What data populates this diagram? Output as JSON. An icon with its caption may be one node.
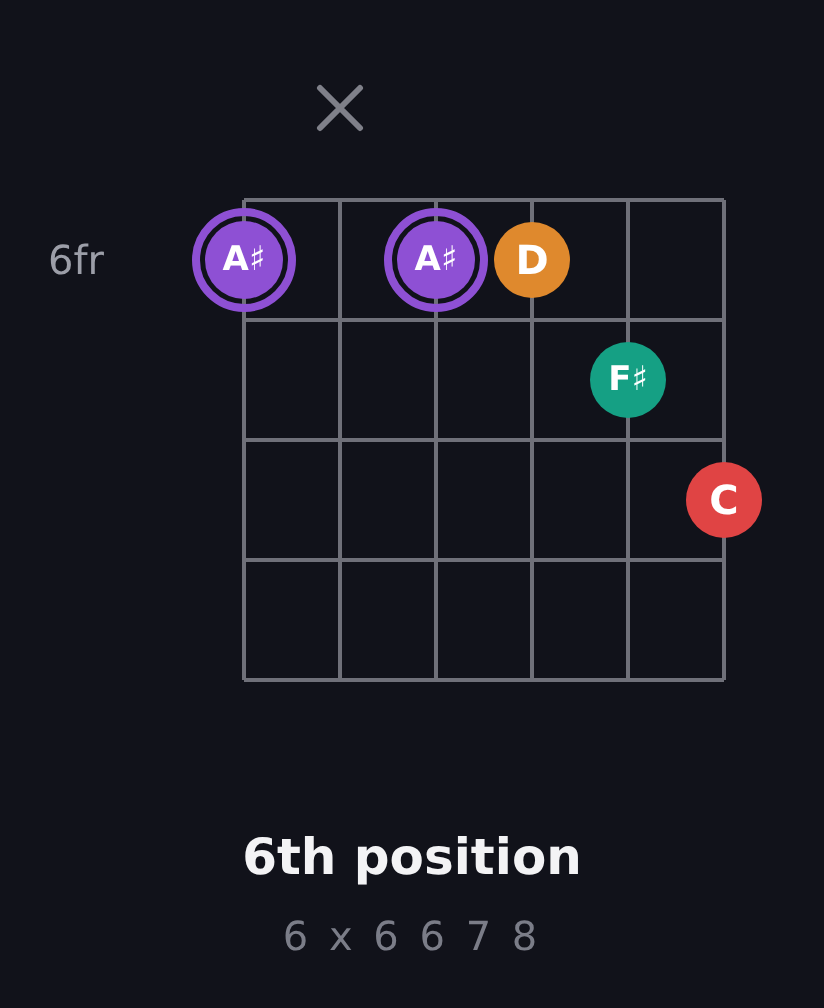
{
  "diagram": {
    "title": "6th position",
    "caption": "6 x 6 6 7 8",
    "nodes": [
      {
        "text": [
          "A♯"
        ]
      },
      {
        "text": [
          "A♯"
        ]
      },
      {
        "text": [
          "D"
        ]
      },
      {
        "text": [
          "F♯"
        ]
      },
      {
        "text": [
          "C"
        ]
      }
    ],
    "labels": [
      "6fr"
    ]
  }
}
